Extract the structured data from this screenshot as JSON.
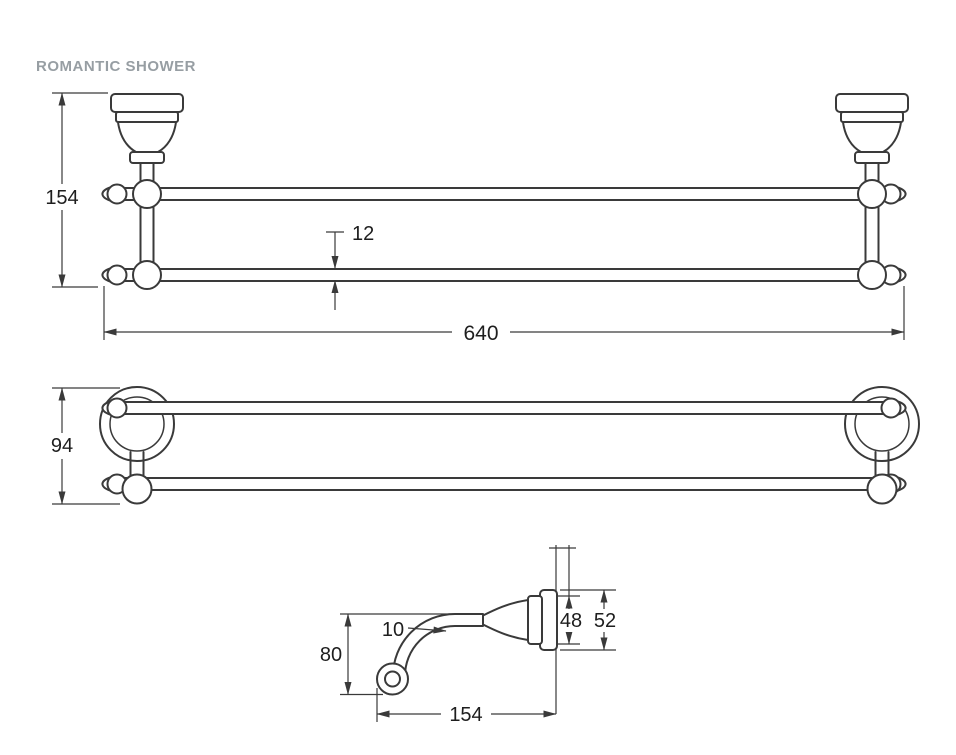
{
  "title": "ROMANTIC SHOWER",
  "colors": {
    "line": "#3a3a3a",
    "title_text": "#979ea3",
    "background": "#ffffff"
  },
  "views": {
    "front": {
      "wall_to_bar": "154",
      "bar_diameter": "12",
      "length": "640"
    },
    "plan": {
      "height": "94"
    },
    "side": {
      "drop": "80",
      "tube_diameter": "10",
      "inner_plate": "48",
      "outer_plate": "52",
      "projection": "154"
    }
  }
}
